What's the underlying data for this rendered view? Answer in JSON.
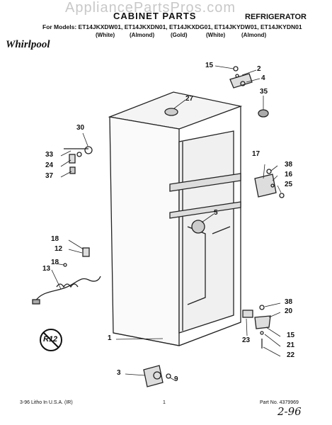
{
  "watermark": "AppliancePartsPros.com",
  "header": {
    "title": "CABINET PARTS",
    "subtitle": "REFRIGERATOR",
    "models_line": "For Models: ET14JKXDW01, ET14JKXDN01, ET14JKXDG01, ET14JKYDW01, ET14JKYDN01",
    "colors": [
      "(White)",
      "(Almond)",
      "(Gold)",
      "(White)",
      "(Almond)"
    ],
    "brand": "Whirlpool"
  },
  "callouts": [
    "15",
    "2",
    "4",
    "35",
    "27",
    "30",
    "33",
    "24",
    "37",
    "17",
    "38",
    "16",
    "25",
    "5",
    "18",
    "12",
    "18",
    "13",
    "38",
    "20",
    "15",
    "21",
    "22",
    "1",
    "23",
    "3",
    "9"
  ],
  "badge": "R12",
  "footer": {
    "left": "3-96 Litho In U.S.A. (IR)",
    "center": "1",
    "right": "Part No. 4379969"
  },
  "handwriting": "2-96"
}
